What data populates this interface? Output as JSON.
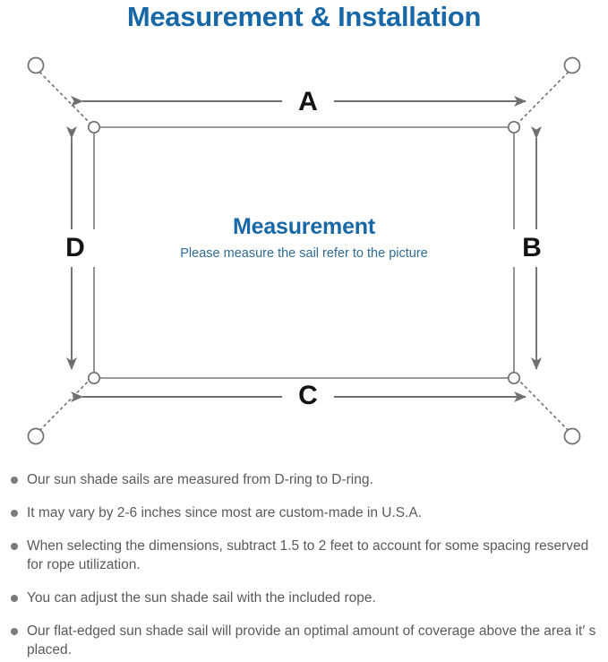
{
  "page": {
    "title": "Measurement & Installation"
  },
  "colors": {
    "title_blue": "#1868a8",
    "subtitle_blue": "#2f6b92",
    "line_gray": "#6f6f6f",
    "sail_border": "#7a7a7a",
    "text_gray": "#5a5a5a",
    "bullet_gray": "#7a7a7a",
    "label_black": "#131313"
  },
  "diagram": {
    "name": "sun-shade-sail-measurement-diagram",
    "center": {
      "title": "Measurement",
      "subtitle": "Please measure the sail refer to the picture"
    },
    "dimension_labels": [
      {
        "id": "A",
        "label": "A",
        "edge": "top",
        "orientation": "horizontal"
      },
      {
        "id": "B",
        "label": "B",
        "edge": "right",
        "orientation": "vertical"
      },
      {
        "id": "C",
        "label": "C",
        "edge": "bottom",
        "orientation": "horizontal"
      },
      {
        "id": "D",
        "label": "D",
        "edge": "left",
        "orientation": "vertical"
      }
    ],
    "anchor_points": [
      {
        "id": "top-left",
        "label": "anchor-point-top-left"
      },
      {
        "id": "top-right",
        "label": "anchor-point-top-right"
      },
      {
        "id": "bottom-left",
        "label": "anchor-point-bottom-left"
      },
      {
        "id": "bottom-right",
        "label": "anchor-point-bottom-right"
      }
    ],
    "d_rings": [
      {
        "id": "top-left",
        "label": "d-ring-top-left"
      },
      {
        "id": "top-right",
        "label": "d-ring-top-right"
      },
      {
        "id": "bottom-left",
        "label": "d-ring-bottom-left"
      },
      {
        "id": "bottom-right",
        "label": "d-ring-bottom-right"
      }
    ]
  },
  "notes": [
    "Our sun shade sails are measured from D-ring to D-ring.",
    "It may vary by 2-6 inches since most are custom-made in U.S.A.",
    "When selecting the dimensions, subtract 1.5 to 2 feet to account for some spacing reserved for rope utilization.",
    "You can adjust the sun shade sail with the included rope.",
    "Our flat-edged sun shade sail will provide an optimal amount of coverage above the area it′ s placed."
  ]
}
